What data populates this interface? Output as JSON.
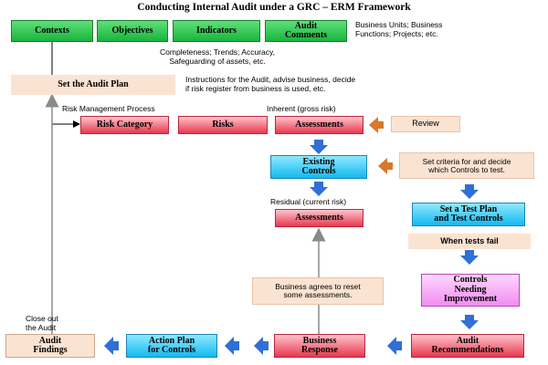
{
  "title": "Conducting Internal Audit under a GRC – ERM Framework",
  "top_boxes": {
    "contexts": "Contexts",
    "objectives": "Objectives",
    "indicators": "Indicators",
    "audit_comments_1": "Audit",
    "audit_comments_2": "Comments"
  },
  "notes": {
    "business_units_1": "Business Units;  Business",
    "business_units_2": "Functions;  Projects; etc.",
    "completeness_1": "Completeness; Trends; Accuracy,",
    "completeness_2": "Safeguarding of assets, etc.",
    "instructions_1": "Instructions for the Audit, advise business, decide",
    "instructions_2": "if risk register from business is used, etc.",
    "risk_mgmt": "Risk Management Process",
    "inherent": "Inherent (gross risk)",
    "residual": "Residual (current risk)",
    "close_out_1": "Close out",
    "close_out_2": "the Audit"
  },
  "boxes": {
    "set_audit_plan": "Set the Audit Plan",
    "risk_category": "Risk Category",
    "risks": "Risks",
    "assessments_top": "Assessments",
    "review": "Review",
    "existing_controls_1": "Existing",
    "existing_controls_2": "Controls",
    "criteria_1": "Set criteria for and decide",
    "criteria_2": "which Controls to test.",
    "assessments_mid": "Assessments",
    "test_plan_1": "Set a Test Plan",
    "test_plan_2": "and Test Controls",
    "when_tests_fail": "When tests fail",
    "controls_needing_1": "Controls",
    "controls_needing_2": "Needing",
    "controls_needing_3": "Improvement",
    "business_agrees_1": "Business agrees to reset",
    "business_agrees_2": "some assessments.",
    "audit_findings_1": "Audit",
    "audit_findings_2": "Findings",
    "action_plan_1": "Action Plan",
    "action_plan_2": "for Controls",
    "business_response_1": "Business",
    "business_response_2": "Response",
    "audit_recs_1": "Audit",
    "audit_recs_2": "Recommendations"
  },
  "colors": {
    "green": "#18b43c",
    "red": "#e8384f",
    "blue": "#14b9f0",
    "peach": "#fbe3d2",
    "pink": "#f08cf0",
    "arrow_blue": "#2f6fd6",
    "arrow_orange": "#d8782a"
  }
}
